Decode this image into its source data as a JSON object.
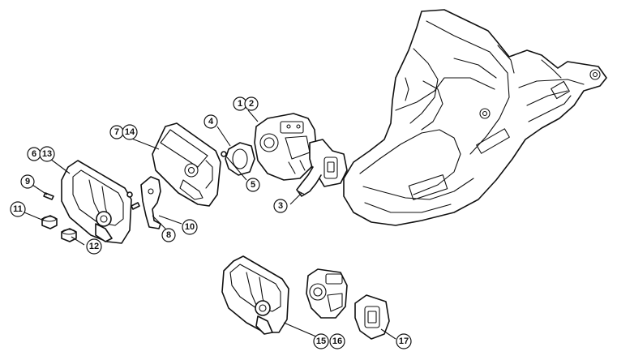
{
  "callouts": [
    {
      "id": "c1",
      "label": "1"
    },
    {
      "id": "c2",
      "label": "2"
    },
    {
      "id": "c3",
      "label": "3"
    },
    {
      "id": "c4",
      "label": "4"
    },
    {
      "id": "c5",
      "label": "5"
    },
    {
      "id": "c6",
      "label": "6"
    },
    {
      "id": "c13",
      "label": "13"
    },
    {
      "id": "c7",
      "label": "7"
    },
    {
      "id": "c14",
      "label": "14"
    },
    {
      "id": "c8",
      "label": "8"
    },
    {
      "id": "c9",
      "label": "9"
    },
    {
      "id": "c10",
      "label": "10"
    },
    {
      "id": "c11",
      "label": "11"
    },
    {
      "id": "c12",
      "label": "12"
    },
    {
      "id": "c15",
      "label": "15"
    },
    {
      "id": "c16",
      "label": "16"
    },
    {
      "id": "c17",
      "label": "17"
    }
  ]
}
